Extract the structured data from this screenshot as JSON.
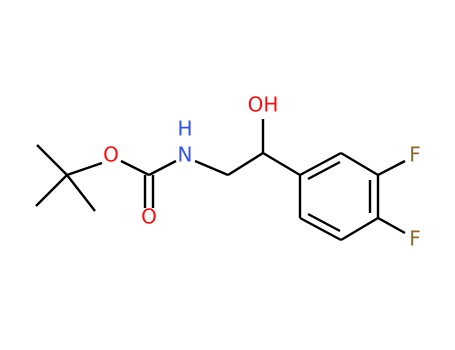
{
  "molecule": {
    "atoms": {
      "hydroxyl_oxygen": "OH",
      "amine_nitrogen": "N",
      "amine_hydrogen": "H",
      "ester_oxygen": "O",
      "carbonyl_oxygen": "O",
      "fluorine_3": "F",
      "fluorine_4": "F"
    }
  },
  "colors": {
    "bond": "#000000",
    "oxygen": "#ff0d0d",
    "nitrogen": "#3050f8",
    "fluorine": "#8a6a2a"
  }
}
